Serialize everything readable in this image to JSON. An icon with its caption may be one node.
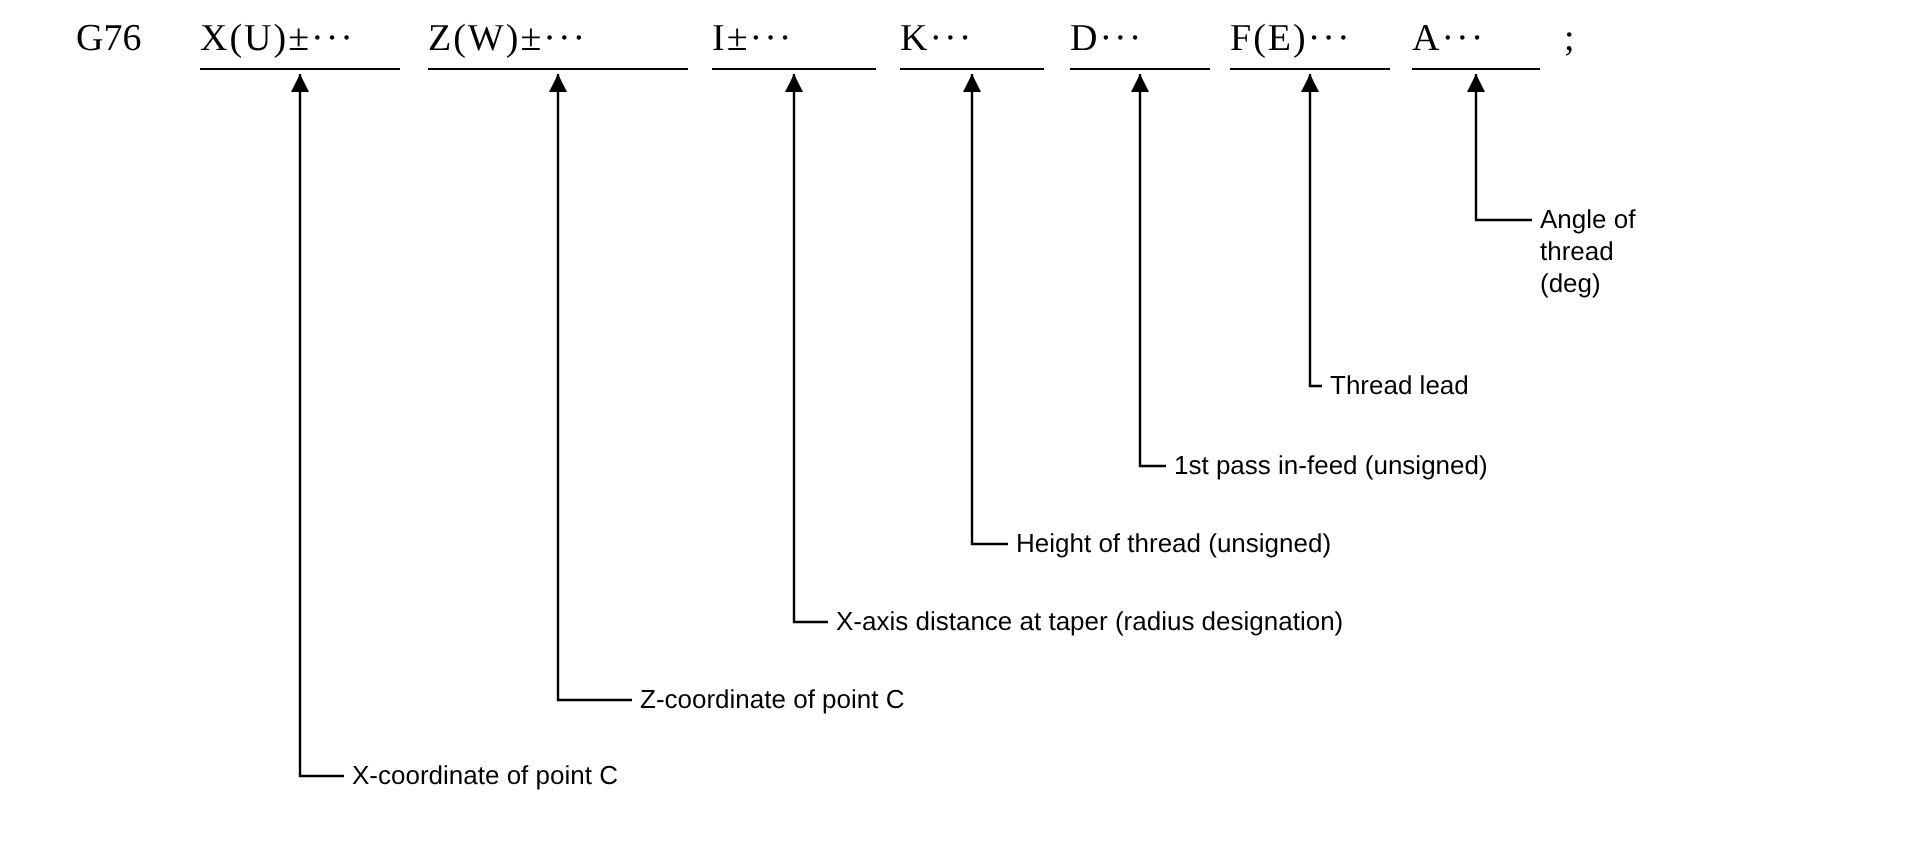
{
  "diagram": {
    "nodes": [
      {
        "text": [
          "X(U)±···"
        ]
      },
      {
        "text": [
          "Z(W)±···"
        ]
      },
      {
        "text": [
          "I±···"
        ]
      },
      {
        "text": [
          "K···"
        ]
      },
      {
        "text": [
          "D···"
        ]
      },
      {
        "text": [
          "F(E)···"
        ]
      },
      {
        "text": [
          "A···"
        ]
      },
      {
        "text": [
          "Angle of thread (deg)"
        ]
      },
      {
        "text": [
          "Thread lead"
        ]
      },
      {
        "text": [
          "1st pass in-feed (unsigned)"
        ]
      },
      {
        "text": [
          "Height of thread (unsigned)"
        ]
      },
      {
        "text": [
          "X-axis distance at taper (radius designation)"
        ]
      },
      {
        "text": [
          "Z-coordinate of point C"
        ]
      },
      {
        "text": [
          "X-coordinate of point C"
        ]
      }
    ],
    "edges": [
      {
        "from": 7,
        "to": 6,
        "arrow": "to"
      },
      {
        "from": 8,
        "to": 5,
        "arrow": "to"
      },
      {
        "from": 9,
        "to": 4,
        "arrow": "to"
      },
      {
        "from": 10,
        "to": 3,
        "arrow": "to"
      },
      {
        "from": 11,
        "to": 2,
        "arrow": "to"
      },
      {
        "from": 12,
        "to": 1,
        "arrow": "to"
      },
      {
        "from": 13,
        "to": 0,
        "arrow": "to"
      }
    ],
    "labels": [
      "G76",
      ";"
    ]
  }
}
